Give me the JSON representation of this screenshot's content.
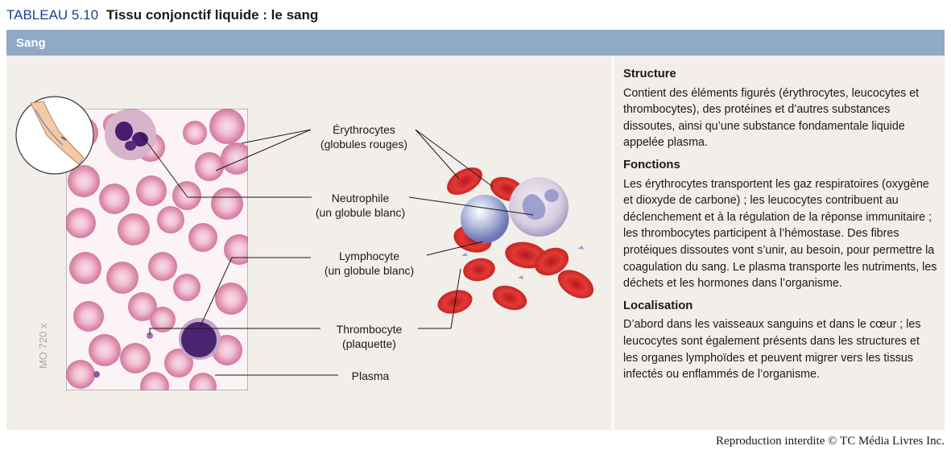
{
  "header": {
    "table_number": "TABLEAU 5.10",
    "table_title": "Tissu conjonctif liquide : le sang"
  },
  "banner": {
    "title": "Sang"
  },
  "figure": {
    "labels": {
      "erythrocytes_1": "Érythrocytes",
      "erythrocytes_2": "(globules rouges)",
      "neutrophile_1": "Neutrophile",
      "neutrophile_2": "(un globule blanc)",
      "lymphocyte_1": "Lymphocyte",
      "lymphocyte_2": "(un globule blanc)",
      "thrombocyte_1": "Thrombocyte",
      "thrombocyte_2": "(plaquette)",
      "plasma": "Plasma"
    },
    "magnification": "MO 720 x"
  },
  "sections": {
    "structure_title": "Structure",
    "structure_text": "Contient des éléments figurés (érythrocytes, leucocytes et thrombocytes), des protéines et d’autres substances dissoutes, ainsi qu’une substance fondamentale liquide appelée plasma.",
    "fonctions_title": "Fonctions",
    "fonctions_text": "Les érythrocytes transportent les gaz respiratoires (oxygène et dioxyde de carbone) ; les leucocytes contribuent au déclenchement et à la régulation de la réponse immunitaire ; les thrombocytes participent à l’hémostase. Des fibres protéiques dissoutes vont s’unir, au besoin, pour permettre la coagulation du sang. Le plasma transporte les nutriments, les déchets et les hormones dans l’organisme.",
    "localisation_title": "Localisation",
    "localisation_text": "D’abord dans les vaisseaux sanguins et dans le cœur ; les leucocytes sont également présents dans les structures et les organes lymphoïdes et peuvent migrer vers les tissus infectés ou enflammés de l’organisme."
  },
  "footer": {
    "credit": "Reproduction interdite © TC Média Livres Inc."
  }
}
